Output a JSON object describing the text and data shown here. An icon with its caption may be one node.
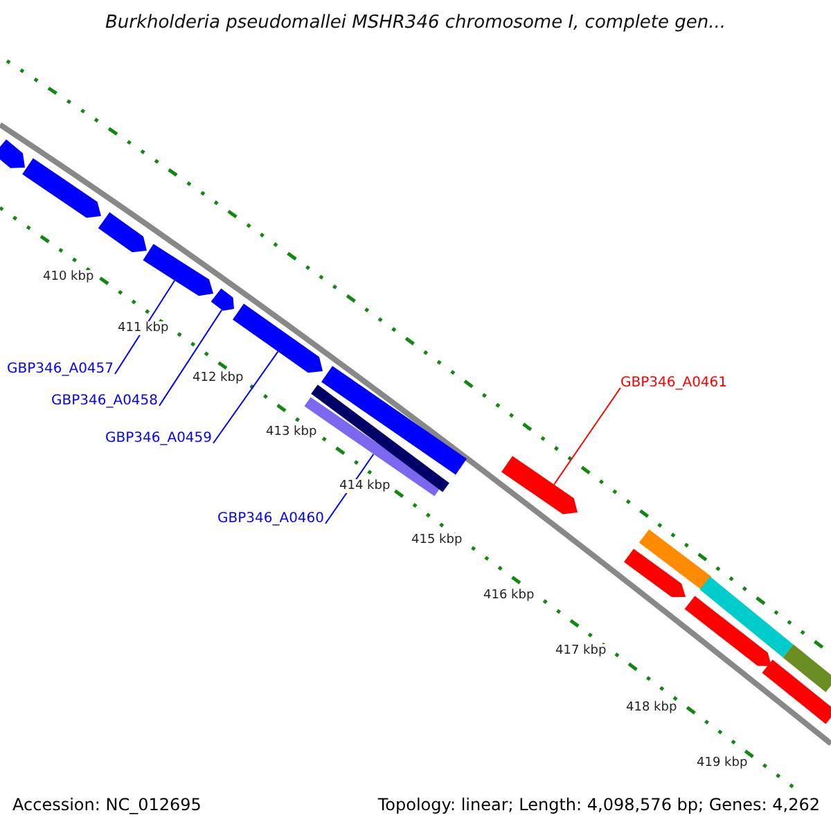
{
  "diagram": {
    "title": "Burkholderia pseudomallei MSHR346 chromosome I, complete gen...",
    "nodes": [
      {
        "text": [],
        "shape": "bar"
      },
      {
        "text": [],
        "shape": "bar"
      },
      {
        "text": [],
        "shape": "bar"
      },
      {
        "text": [],
        "shape": "bar"
      },
      {
        "text": [],
        "shape": "bar"
      },
      {
        "text": [],
        "shape": "bar"
      },
      {
        "text": [],
        "shape": "bar"
      },
      {
        "text": [],
        "shape": "bar"
      },
      {
        "text": [],
        "shape": "bar"
      },
      {
        "text": [],
        "shape": "bar"
      },
      {
        "text": [],
        "shape": "bar"
      },
      {
        "text": [],
        "shape": "bar"
      },
      {
        "text": [],
        "shape": "bar"
      },
      {
        "text": [],
        "shape": "bar"
      },
      {
        "text": [],
        "shape": "bar"
      },
      {
        "text": [],
        "shape": "bar"
      },
      {
        "text": [
          "GBP346_A0457"
        ]
      },
      {
        "text": [
          "GBP346_A0458"
        ]
      },
      {
        "text": [
          "GBP346_A0459"
        ]
      },
      {
        "text": [
          "GBP346_A0460"
        ]
      },
      {
        "text": [
          "GBP346_A0461"
        ]
      }
    ],
    "edges": [
      {
        "from": 16,
        "to": 3,
        "arrow": "none"
      },
      {
        "from": 17,
        "to": 4,
        "arrow": "none"
      },
      {
        "from": 18,
        "to": 5,
        "arrow": "none"
      },
      {
        "from": 19,
        "to": 6,
        "arrow": "none"
      },
      {
        "from": 20,
        "to": 9,
        "arrow": "none",
        "color": "#ff0000"
      }
    ],
    "labels": [
      "410 kbp",
      "411 kbp",
      "412 kbp",
      "413 kbp",
      "414 kbp",
      "415 kbp",
      "416 kbp",
      "417 kbp",
      "418 kbp",
      "419 kbp",
      "Accession: NC_012695",
      "Topology: linear; Length: 4,098,576 bp; Genes: 4,262"
    ]
  }
}
